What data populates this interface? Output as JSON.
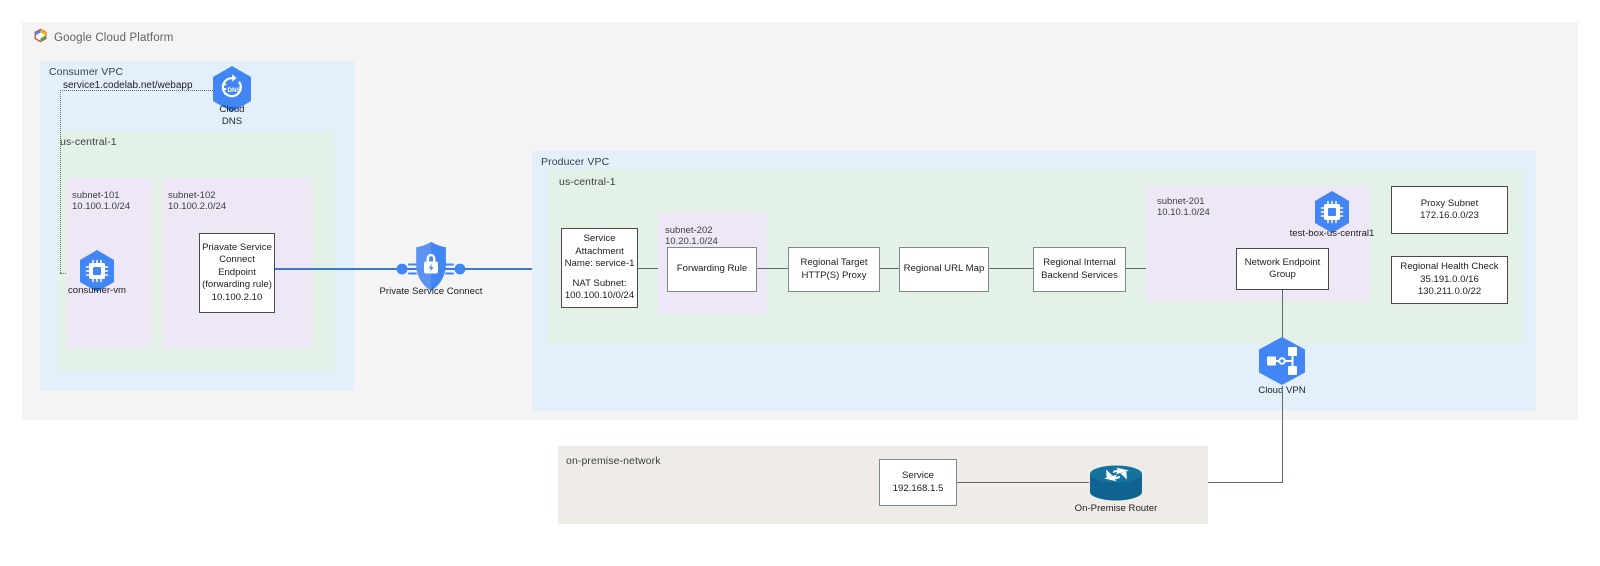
{
  "header": {
    "brand": "Google Cloud Platform",
    "logo_icon": "gcp-hexagon-logo"
  },
  "consumer": {
    "vpc_label": "Consumer VPC",
    "region_label": "us-central-1",
    "dns_url": "service1.codelab.net/webapp",
    "cloud_dns": {
      "icon": "cloud-dns-icon",
      "label_line1": "Cloud",
      "label_line2": "DNS"
    },
    "subnet_101": {
      "name": "subnet-101",
      "cidr": "10.100.1.0/24"
    },
    "subnet_102": {
      "name": "subnet-102",
      "cidr": "10.100.2.0/24"
    },
    "vm": {
      "icon": "compute-engine-vm-icon",
      "label": "consumer-vm"
    },
    "psc_endpoint": {
      "line1": "Priavate Service",
      "line2": "Connect Endpoint",
      "line3": "(forwarding rule)",
      "line4": "10.100.2.10"
    }
  },
  "private_service_connect": {
    "icon": "private-service-connect-shield-icon",
    "label": "Private Service Connect"
  },
  "producer": {
    "vpc_label": "Producer VPC",
    "region_label": "us-central-1",
    "service_attachment": {
      "line1": "Service",
      "line2": "Attachment",
      "line3": "Name: service-1",
      "line4": "NAT Subnet:",
      "line5": "100.100.10/0/24"
    },
    "subnet_202": {
      "name": "subnet-202",
      "cidr": "10.20.1.0/24"
    },
    "forwarding_rule": "Forwarding Rule",
    "target_proxy": {
      "line1": "Regional Target",
      "line2": "HTTP(S) Proxy"
    },
    "url_map": "Regional URL Map",
    "backend_services": {
      "line1": "Regional Internal",
      "line2": "Backend Services"
    },
    "subnet_201": {
      "name": "subnet-201",
      "cidr": "10.10.1.0/24"
    },
    "test_box": {
      "icon": "compute-engine-vm-icon",
      "label": "test-box-us-central1"
    },
    "network_endpoint_group": {
      "line1": "Network Endpoint",
      "line2": "Group"
    },
    "proxy_subnet": {
      "line1": "Proxy Subnet",
      "line2": "172.16.0.0/23"
    },
    "health_check": {
      "line1": "Regional Health Check",
      "line2": "35.191.0.0/16",
      "line3": "130.211.0.0/22"
    }
  },
  "cloud_vpn": {
    "icon": "cloud-vpn-icon",
    "label": "Cloud VPN"
  },
  "on_premise": {
    "network_label": "on-premise-network",
    "service": {
      "line1": "Service",
      "line2": "192.168.1.5"
    },
    "router": {
      "icon": "on-premise-router-icon",
      "label": "On-Premise Router"
    }
  },
  "colors": {
    "canvas_bg": "#f4f4f4",
    "vpc_bg": "#e3f0fc",
    "region_bg": "#e3f1e6",
    "subnet_bg": "#eee7f5",
    "onprem_bg": "#efece8",
    "gcp_blue": "#4285f4",
    "connector": "#5f6b6b",
    "blue_link": "#3b78d8",
    "router_teal": "#0e6390"
  }
}
